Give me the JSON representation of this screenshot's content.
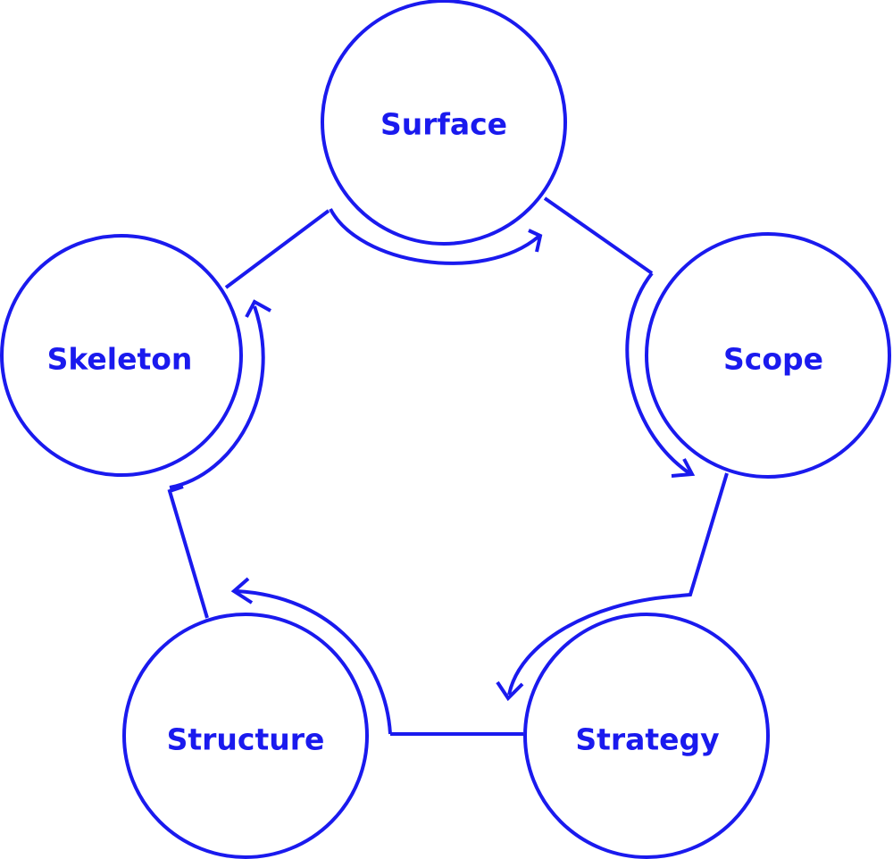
{
  "diagram": {
    "stroke_color": "#1a1aee",
    "background_color": "#ffffff",
    "nodes": [
      {
        "id": "surface",
        "label": "Surface"
      },
      {
        "id": "scope",
        "label": "Scope"
      },
      {
        "id": "strategy",
        "label": "Strategy"
      },
      {
        "id": "structure",
        "label": "Structure"
      },
      {
        "id": "skeleton",
        "label": "Skeleton"
      }
    ],
    "flow_direction": "clockwise"
  }
}
